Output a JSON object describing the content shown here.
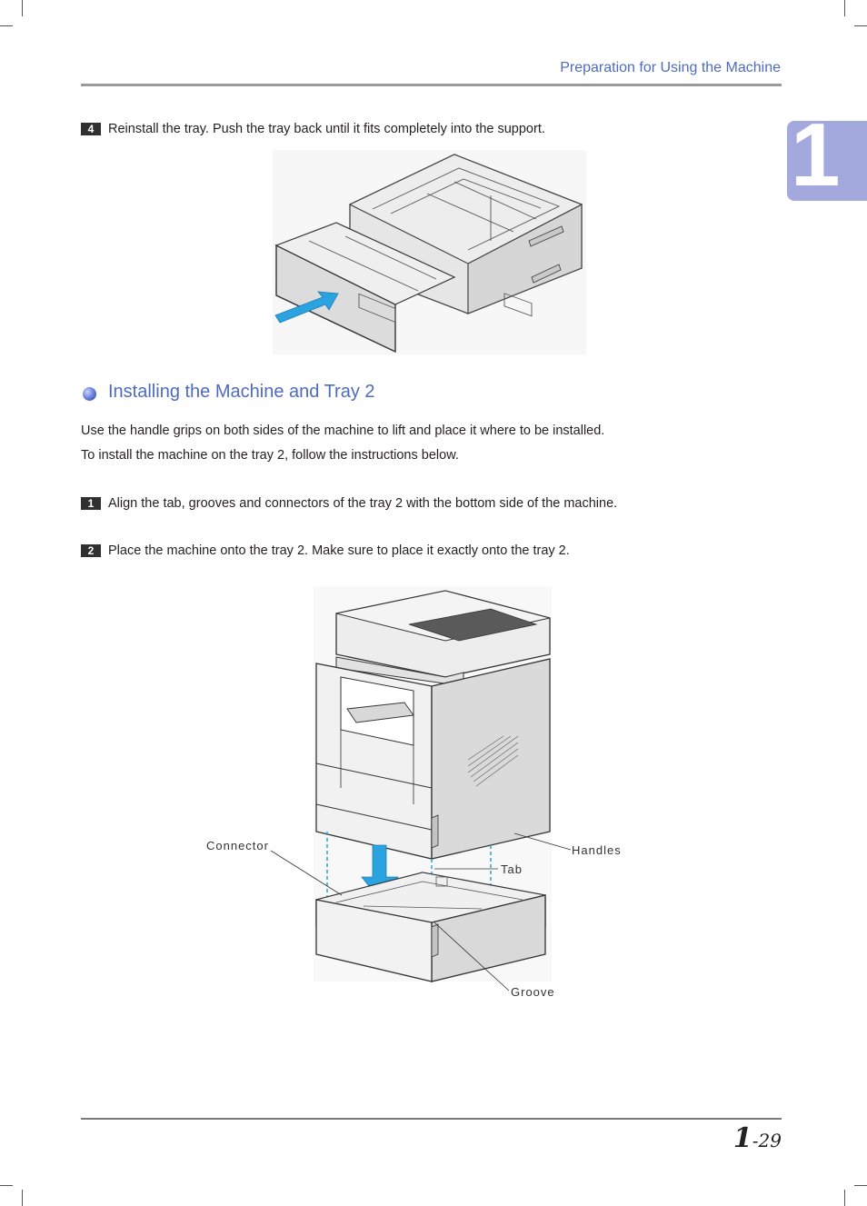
{
  "header": {
    "section_title": "Preparation for Using the Machine"
  },
  "chapter_tab": {
    "number": "1"
  },
  "step4": {
    "number": "4",
    "text": "Reinstall the tray. Push the tray back until it fits completely into the support."
  },
  "section": {
    "title": "Installing the Machine and Tray 2"
  },
  "paragraphs": [
    "Use the handle grips on both sides of the machine to lift and place it where to be installed.",
    "To install the machine on the tray 2, follow the instructions below."
  ],
  "steps": [
    {
      "number": "1",
      "text": "Align the tab, grooves and connectors of the tray 2 with the bottom side of the machine."
    },
    {
      "number": "2",
      "text": "Place the machine onto the tray 2. Make sure to place it exactly onto the tray 2."
    }
  ],
  "callouts": {
    "connector": "Connector",
    "tab": "Tab",
    "handles": "Handles",
    "groove": "Groove"
  },
  "footer": {
    "page_chapter": "1",
    "page_number": "-29"
  },
  "colors": {
    "accent_blue": "#4f6bbd",
    "tab_purple": "#a3a9dc",
    "arrow_blue": "#2aa3e0"
  }
}
